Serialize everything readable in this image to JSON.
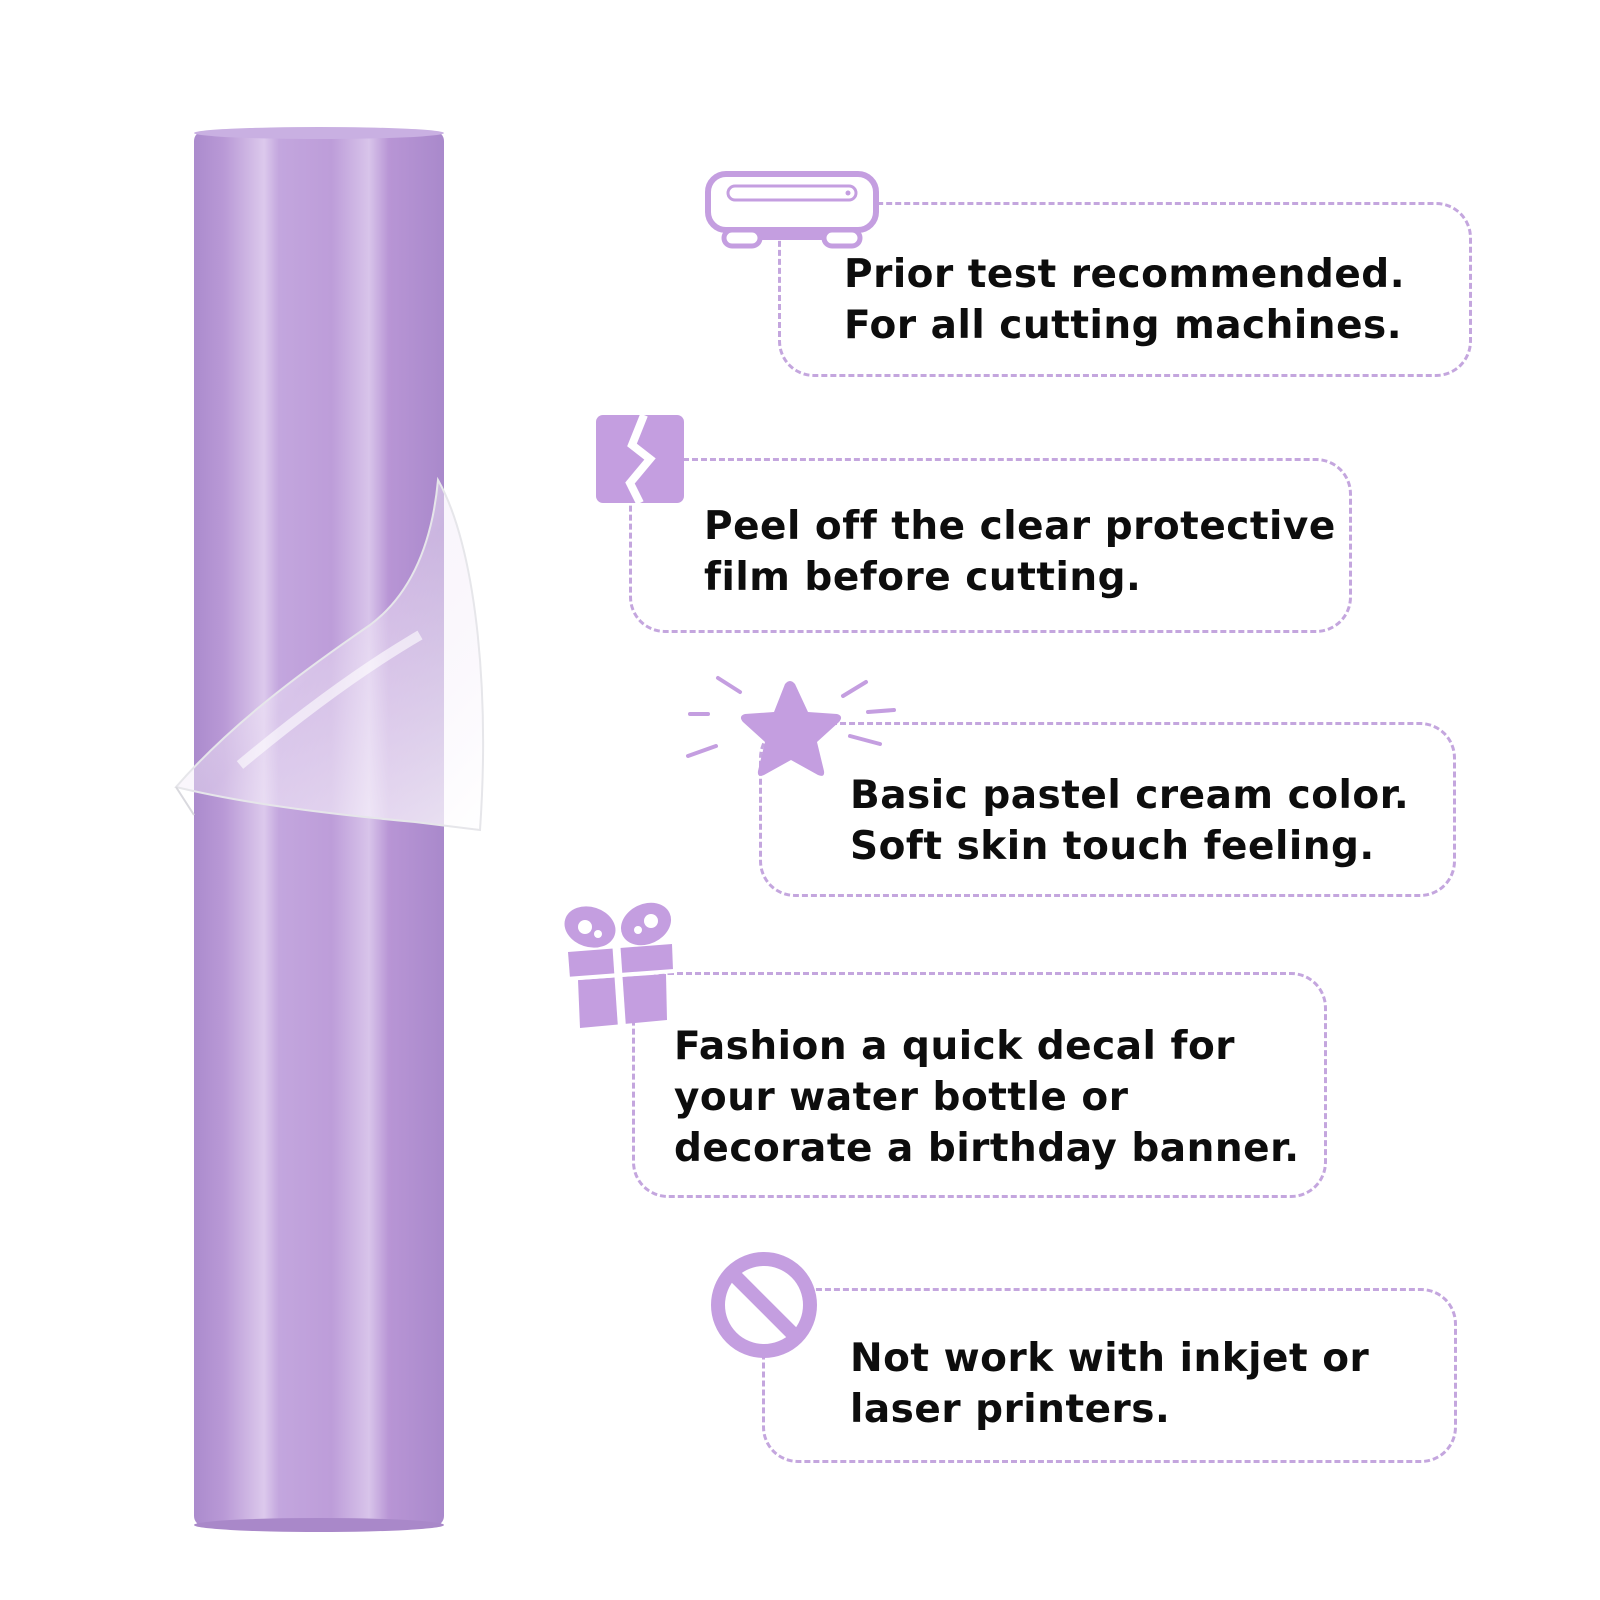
{
  "theme": {
    "accent": "#c49ee0",
    "dash": "#c4a6de",
    "roll_base": "#b693d3",
    "text": "#0d0d0d"
  },
  "features": [
    {
      "icon": "cutting-machine-icon",
      "lines": [
        "Prior test recommended.",
        "For all cutting machines."
      ]
    },
    {
      "icon": "peel-film-icon",
      "lines": [
        "Peel off the clear protective",
        "film before cutting."
      ]
    },
    {
      "icon": "sparkle-star-icon",
      "lines": [
        "Basic pastel cream color.",
        "Soft skin touch feeling."
      ]
    },
    {
      "icon": "gift-box-icon",
      "lines": [
        "Fashion a quick decal for",
        "your water bottle or",
        "decorate a birthday banner."
      ]
    },
    {
      "icon": "no-symbol-icon",
      "lines": [
        "Not work with inkjet or",
        "laser printers."
      ]
    }
  ]
}
